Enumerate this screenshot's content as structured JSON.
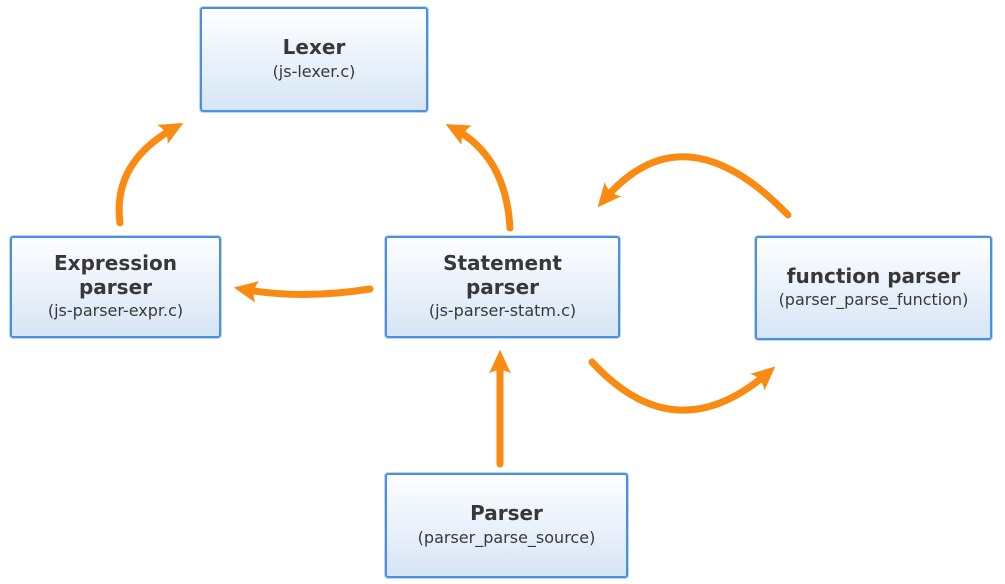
{
  "diagram": {
    "nodes": {
      "lexer": {
        "title": "Lexer",
        "subtitle": "(js-lexer.c)"
      },
      "expression_parser": {
        "title": "Expression parser",
        "subtitle": "(js-parser-expr.c)"
      },
      "statement_parser": {
        "title": "Statement parser",
        "subtitle": "(js-parser-statm.c)"
      },
      "function_parser": {
        "title": "function parser",
        "subtitle": "(parser_parse_function)"
      },
      "parser": {
        "title": "Parser",
        "subtitle": "(parser_parse_source)"
      }
    },
    "edges": [
      {
        "from": "expression_parser",
        "to": "lexer"
      },
      {
        "from": "statement_parser",
        "to": "lexer"
      },
      {
        "from": "statement_parser",
        "to": "expression_parser"
      },
      {
        "from": "function_parser",
        "to": "statement_parser"
      },
      {
        "from": "statement_parser",
        "to": "function_parser"
      },
      {
        "from": "parser",
        "to": "statement_parser"
      }
    ],
    "colors": {
      "arrow": "#F98A12",
      "node_border": "#4A90E2",
      "node_halo": "#BDD7F2",
      "node_fill_top": "#FDFEFF",
      "node_fill_bottom": "#D7E5F7",
      "text": "#383838"
    }
  }
}
